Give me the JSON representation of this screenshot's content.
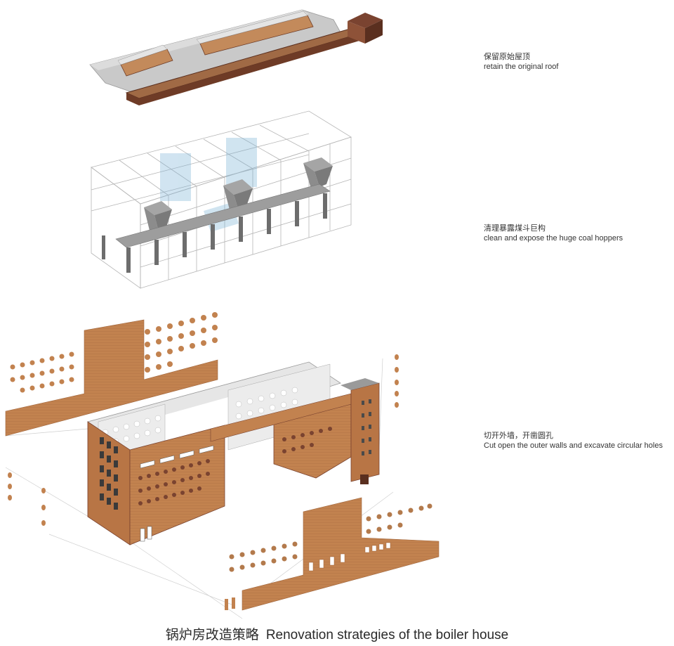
{
  "steps": [
    {
      "zh": "保留原始屋顶",
      "en": "retain the original roof"
    },
    {
      "zh": "清理暴露煤斗巨构",
      "en": "clean and expose the huge coal hoppers"
    },
    {
      "zh": "切开外墙，开凿圆孔",
      "en": "Cut open the outer walls and excavate circular holes"
    }
  ],
  "caption": {
    "zh": "锅炉房改造策略",
    "en": "Renovation strategies of the boiler house"
  },
  "colors": {
    "brick": "#c2824f",
    "brick_dark": "#6e3b26",
    "roof": "#bdbdbd",
    "frame": "#9a9a9a",
    "hopper": "#8c8c8c",
    "glass": "#7ab3d6"
  }
}
